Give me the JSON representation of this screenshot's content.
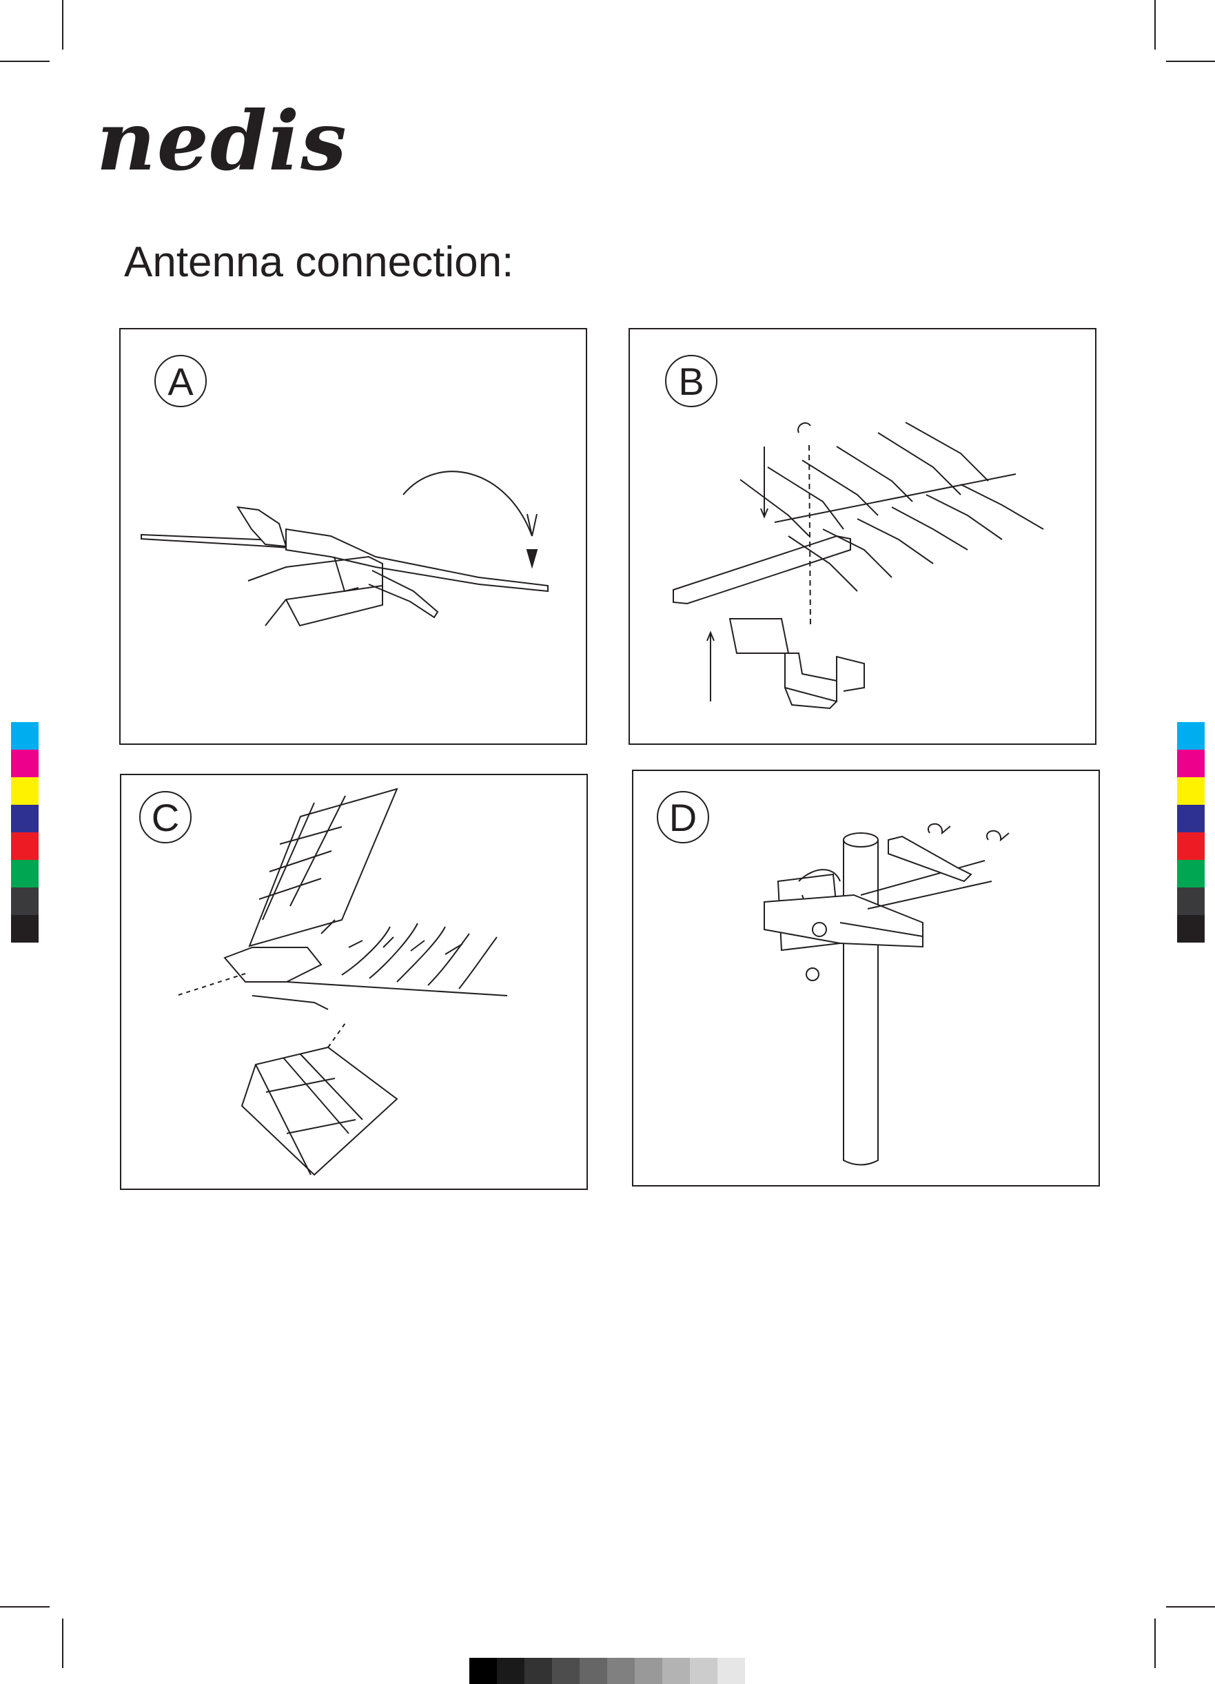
{
  "brand": {
    "logo_text": "nedis"
  },
  "heading": "Antenna connection:",
  "panels": [
    {
      "label": "A"
    },
    {
      "label": "B"
    },
    {
      "label": "C"
    },
    {
      "label": "D"
    }
  ],
  "color_bars": [
    "#00aeef",
    "#ec008c",
    "#fff200",
    "#2e3192",
    "#ed1c24",
    "#00a651",
    "#3a3a3c",
    "#231f20"
  ],
  "gray_scale": [
    "#000000",
    "#1a1a1a",
    "#333333",
    "#4d4d4d",
    "#666666",
    "#808080",
    "#999999",
    "#b3b3b3",
    "#cccccc",
    "#e6e6e6"
  ]
}
